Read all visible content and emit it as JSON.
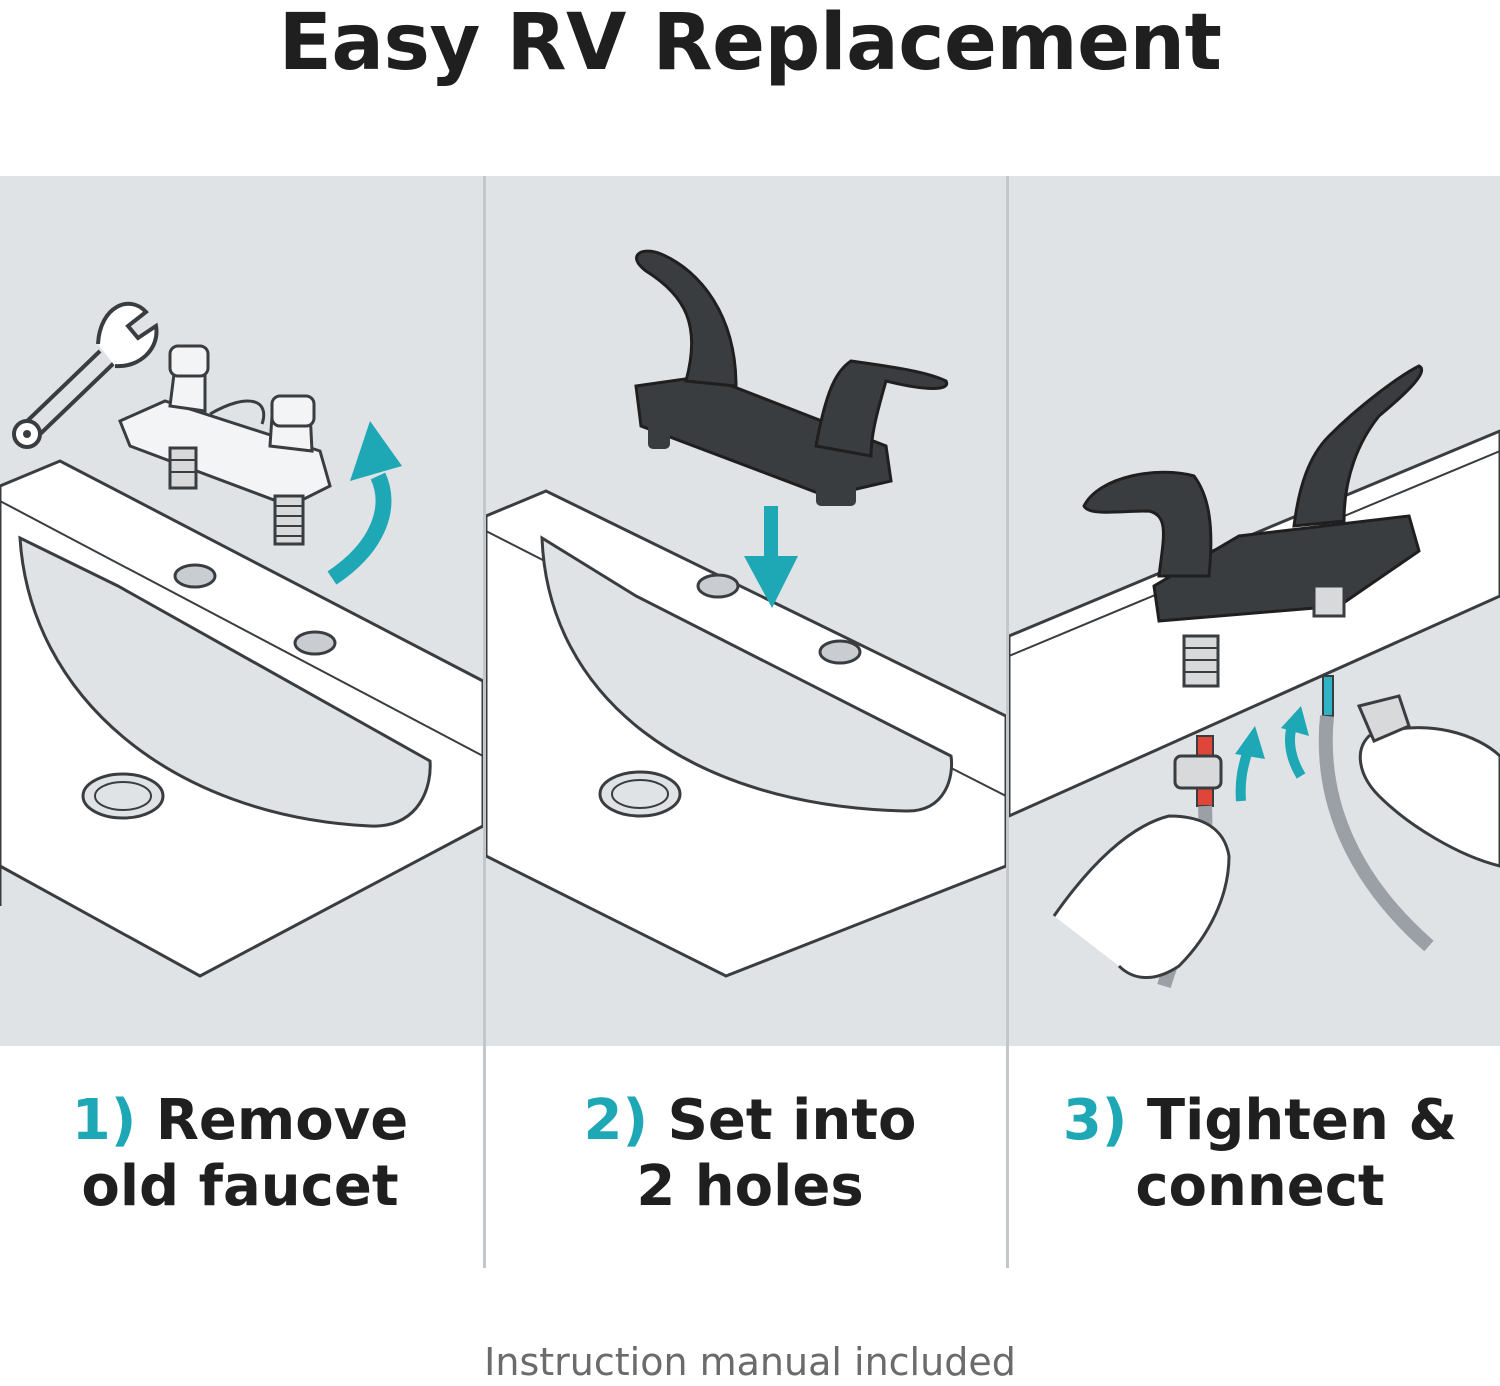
{
  "title": "Easy RV Replacement",
  "colors": {
    "accent": "#1ea7b5",
    "panel_bg": "#dfe3e6",
    "faucet_dark": "#3a3d40",
    "hot_pipe": "#e0453a",
    "cold_pipe": "#2fb3c4",
    "text": "#1f1f1f",
    "footer_text": "#6b6b6b"
  },
  "steps": [
    {
      "num": "1)",
      "line1": "Remove",
      "line2": "old faucet",
      "icons": [
        "wrench-icon",
        "old-faucet-illustration",
        "lift-arrow-icon"
      ]
    },
    {
      "num": "2)",
      "line1": "Set into",
      "line2": "2 holes",
      "icons": [
        "black-faucet-illustration",
        "down-arrow-icon"
      ]
    },
    {
      "num": "3)",
      "line1": "Tighten &",
      "line2": "connect",
      "icons": [
        "black-faucet-illustration",
        "hands-connecting-hoses-illustration",
        "up-arrow-icon"
      ]
    }
  ],
  "footer": "Instruction manual included"
}
